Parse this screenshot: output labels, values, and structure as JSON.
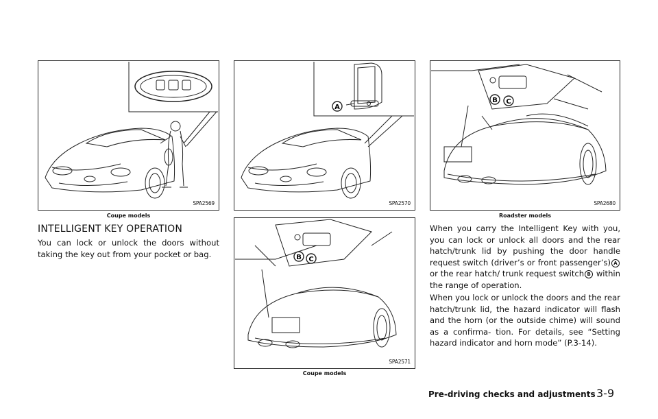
{
  "figures": {
    "fig1": {
      "code": "SPA2569",
      "caption": "Coupe models"
    },
    "fig2": {
      "code": "SPA2570",
      "label_a": "A"
    },
    "fig3": {
      "code": "SPA2571",
      "caption": "Coupe models",
      "label_b": "B",
      "label_c": "C"
    },
    "fig4": {
      "code": "SPA2680",
      "caption": "Roadster models",
      "label_b": "B",
      "label_c": "C"
    }
  },
  "section": {
    "heading": "INTELLIGENT KEY OPERATION",
    "intro": "You can lock or unlock the doors without taking the key out from your pocket or bag."
  },
  "body": {
    "p1_part1": "When you carry the Intelligent Key with you, you can lock or unlock all doors and the rear hatch/trunk lid by pushing the door handle request switch (driver’s or front passenger’s)",
    "p1_a": "A",
    "p1_part2": "or the rear hatch/ trunk request switch",
    "p1_b": "B",
    "p1_part3": "within the range of operation.",
    "p2": "When you lock or unlock the doors and the rear hatch/trunk lid, the hazard indicator will flash and the horn (or the outside chime) will sound as a confirma- tion. For details, see “Setting hazard indicator and horn mode” (P.3-14)."
  },
  "footer": {
    "title": "Pre-driving checks and adjustments",
    "page": "3-9"
  }
}
